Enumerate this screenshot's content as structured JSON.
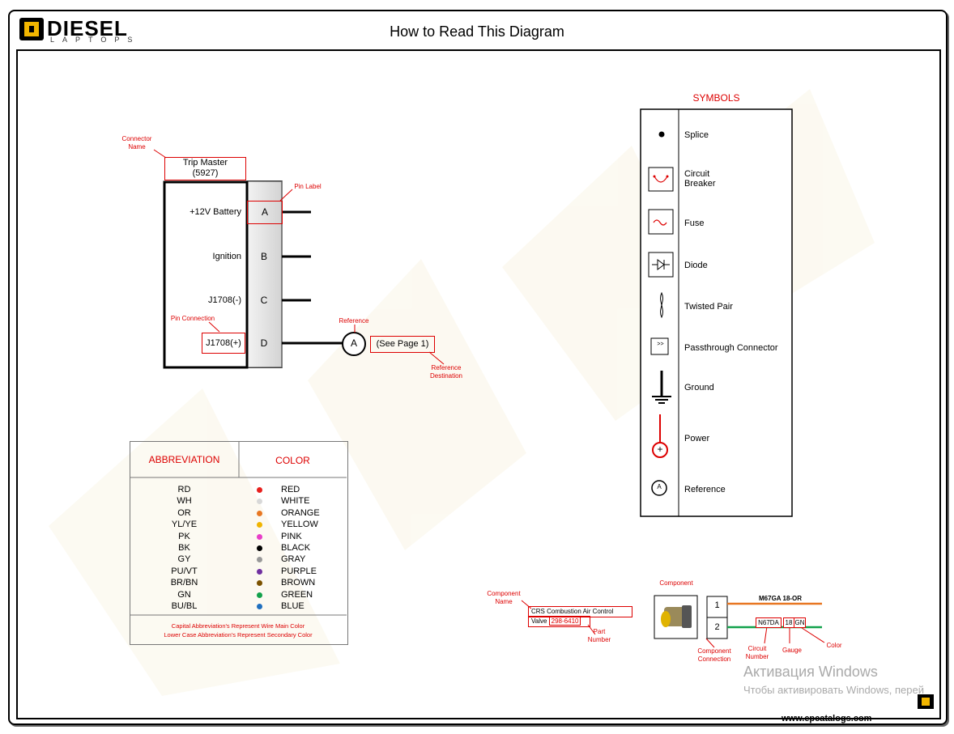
{
  "header": {
    "logo_text": "DIESEL",
    "logo_subtext": "LAPTOPS",
    "title": "How to Read This Diagram"
  },
  "connector_example": {
    "connector_name_callout": [
      "Connector",
      "Name"
    ],
    "connector_title": [
      "Trip Master",
      "(5927)"
    ],
    "pin_label_callout": "Pin Label",
    "pin_connection_callout": "Pin Connection",
    "reference_callout": "Reference",
    "reference_destination_callout": [
      "Reference",
      "Destination"
    ],
    "reference_letter": "A",
    "reference_destination": "(See Page 1)",
    "pins": [
      {
        "label": "A",
        "name": "+12V Battery"
      },
      {
        "label": "B",
        "name": "Ignition"
      },
      {
        "label": "C",
        "name": "J1708(-)"
      },
      {
        "label": "D",
        "name": "J1708(+)"
      }
    ]
  },
  "symbols": {
    "title": "SYMBOLS",
    "items": [
      {
        "name": "Splice",
        "icon": "splice-icon"
      },
      {
        "name": "Circuit Breaker",
        "icon": "circuit-breaker-icon"
      },
      {
        "name": "Fuse",
        "icon": "fuse-icon"
      },
      {
        "name": "Diode",
        "icon": "diode-icon"
      },
      {
        "name": "Twisted Pair",
        "icon": "twisted-pair-icon"
      },
      {
        "name": "Passthrough Connector",
        "icon": "passthrough-icon",
        "glyph": ">>"
      },
      {
        "name": "Ground",
        "icon": "ground-icon"
      },
      {
        "name": "Power",
        "icon": "power-icon",
        "glyph": "+"
      },
      {
        "name": "Reference",
        "icon": "reference-icon",
        "glyph": "A"
      }
    ]
  },
  "color_table": {
    "col1": "ABBREVIATION",
    "col2": "COLOR",
    "rows": [
      {
        "abbr": "RD",
        "color": "RED",
        "hex": "#e8201d"
      },
      {
        "abbr": "WH",
        "color": "WHITE",
        "hex": "#d8d8d8"
      },
      {
        "abbr": "OR",
        "color": "ORANGE",
        "hex": "#e87722"
      },
      {
        "abbr": "YL/YE",
        "color": "YELLOW",
        "hex": "#f0b400"
      },
      {
        "abbr": "PK",
        "color": "PINK",
        "hex": "#e83ec8"
      },
      {
        "abbr": "BK",
        "color": "BLACK",
        "hex": "#000000"
      },
      {
        "abbr": "GY",
        "color": "GRAY",
        "hex": "#999999"
      },
      {
        "abbr": "PU/VT",
        "color": "PURPLE",
        "hex": "#7030a0"
      },
      {
        "abbr": "BR/BN",
        "color": "BROWN",
        "hex": "#7b5200"
      },
      {
        "abbr": "GN",
        "color": "GREEN",
        "hex": "#12a14b"
      },
      {
        "abbr": "BU/BL",
        "color": "BLUE",
        "hex": "#1f6fbf"
      }
    ],
    "footnote1": "Capital Abbreviation's Represent Wire Main Color",
    "footnote2": "Lower Case Abbreviation's Represent Secondary Color"
  },
  "component_example": {
    "component_callout": "Component",
    "component_name_callout": [
      "Component",
      "Name"
    ],
    "component_name": "CRS Combustion Air Control",
    "valve_label": "Valve",
    "part_number": "298-6410",
    "part_number_callout": [
      "Part",
      "Number"
    ],
    "pins": [
      "1",
      "2"
    ],
    "wire1_label": "M67GA 18-OR",
    "wire2_circuit": "N67DA",
    "wire2_gauge": "18",
    "wire2_color": "GN",
    "component_connection_callout": [
      "Component",
      "Connection"
    ],
    "circuit_number_callout": [
      "Circuit",
      "Number"
    ],
    "gauge_callout": "Gauge",
    "color_callout": "Color",
    "wire1_hex": "#e87722",
    "wire2_hex": "#12a14b"
  },
  "overlay": {
    "activation_title": "Активация Windows",
    "activation_text": "Чтобы активировать Windows, перей",
    "site": "www.epcatalogs.com"
  },
  "colors": {
    "accent_red": "#dd0000",
    "logo_yellow": "#f2b600"
  }
}
